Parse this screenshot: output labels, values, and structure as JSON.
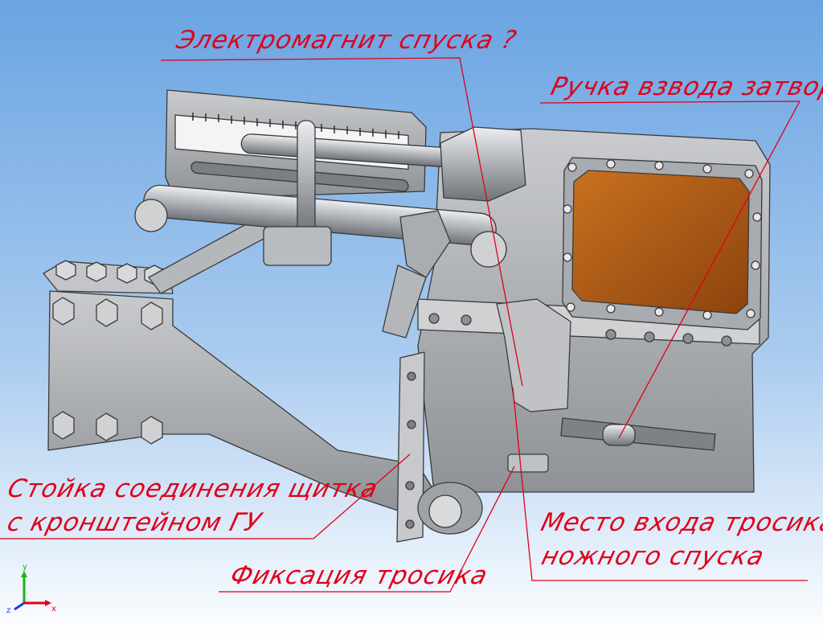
{
  "colors": {
    "background_top": "#6aa4e2",
    "background_bottom": "#ffffff",
    "annotation": "#e0001a",
    "part_gray": "#b4b6b9",
    "handle_orange": "#b25a1a"
  },
  "annotations": [
    {
      "id": "electromagnet",
      "text": "Электромагнит спуска ?"
    },
    {
      "id": "cocking-handle",
      "text": "Ручка взвода затвора"
    },
    {
      "id": "shield-bracket-line1",
      "text": "Стойка соединения щитка"
    },
    {
      "id": "shield-bracket-line2",
      "text": "с кронштейном ГУ"
    },
    {
      "id": "cable-entry-line1",
      "text": "Место входа тросика"
    },
    {
      "id": "cable-entry-line2",
      "text": "ножного спуска"
    },
    {
      "id": "cable-fixation",
      "text": "Фиксация тросика"
    }
  ],
  "axes_triad": {
    "x": "x",
    "y": "y",
    "z": "z"
  }
}
